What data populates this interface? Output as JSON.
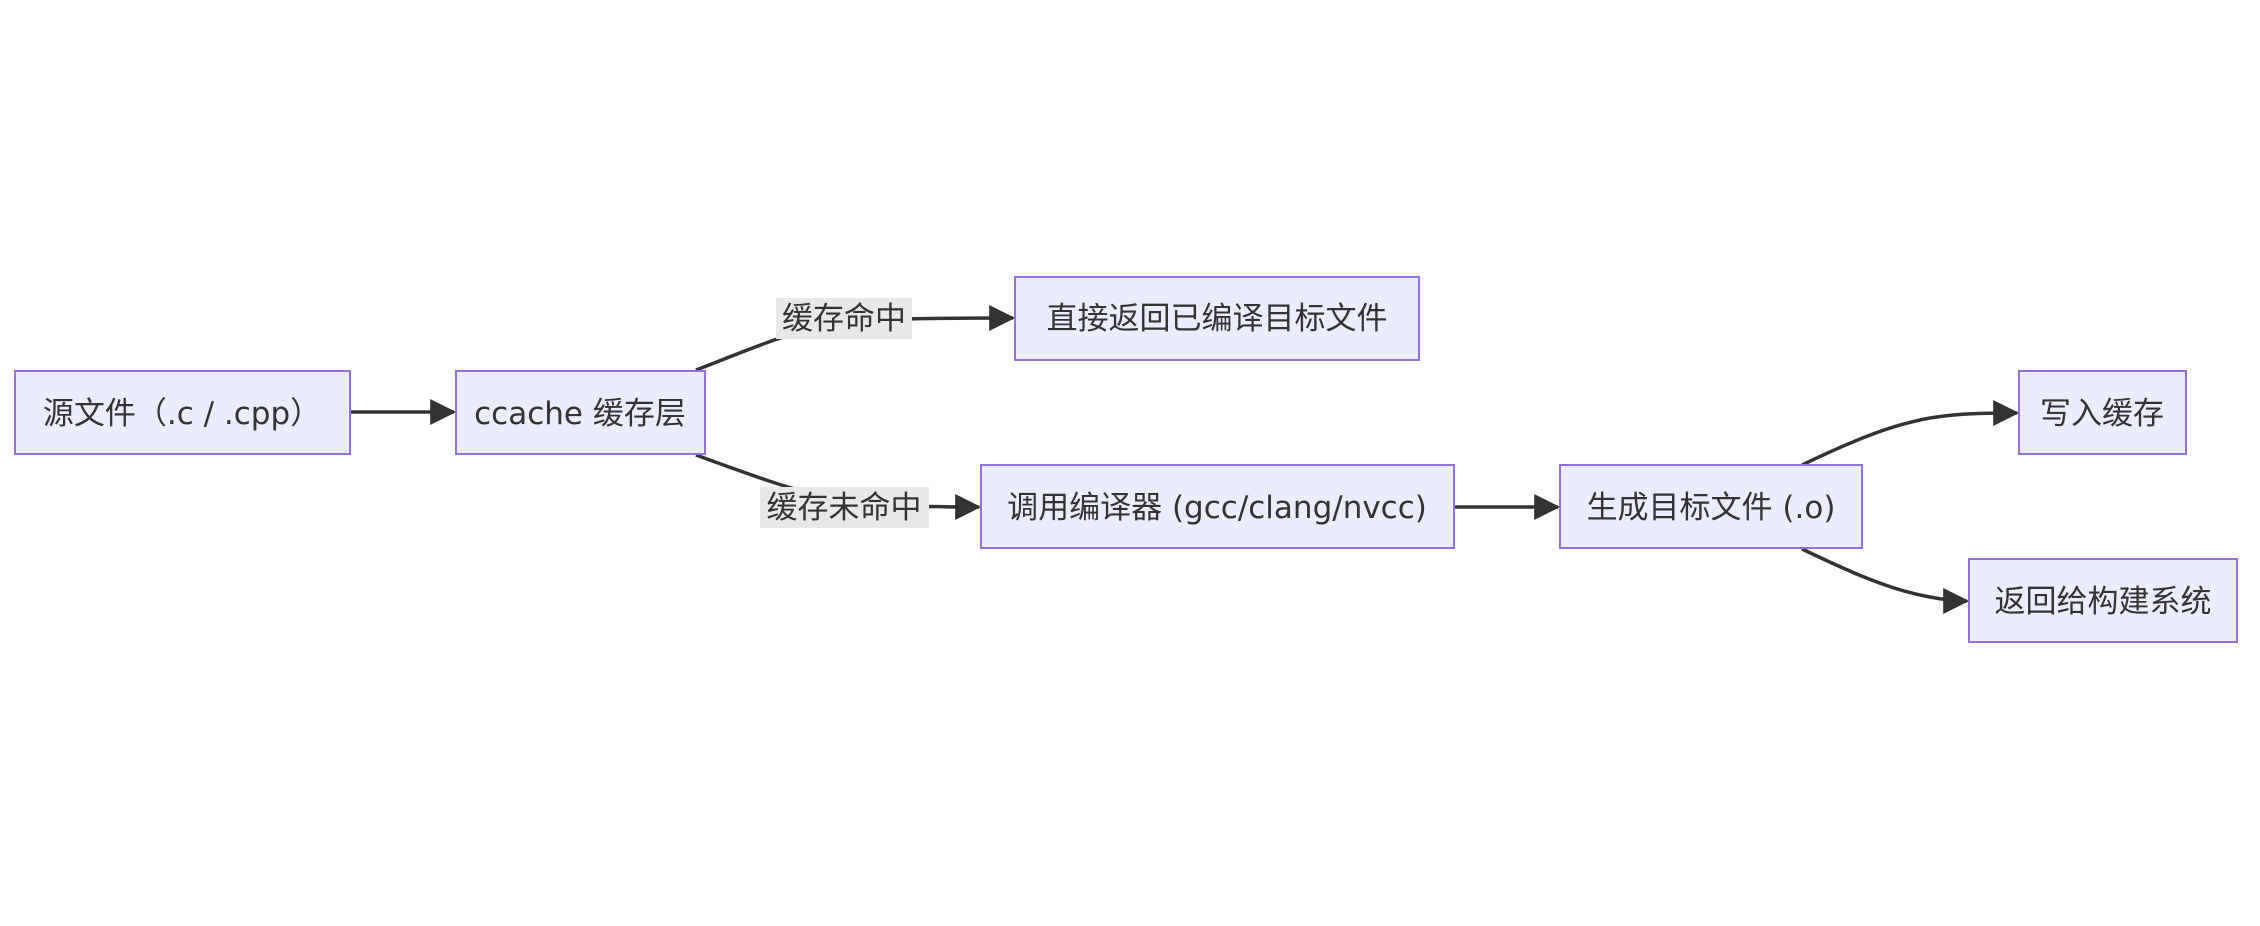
{
  "diagram": {
    "type": "flowchart",
    "direction": "left-to-right",
    "colors": {
      "node_fill": "#ECECFF",
      "node_stroke": "#9370DB",
      "edge": "#333333",
      "edge_label_bg": "#e8e8e8",
      "text": "#333333"
    },
    "nodes": {
      "source": "源文件（.c / .cpp）",
      "ccache": "ccache 缓存层",
      "direct_return": "直接返回已编译目标文件",
      "invoke_compiler": "调用编译器 (gcc/clang/nvcc)",
      "generate_object": "生成目标文件 (.o)",
      "write_cache": "写入缓存",
      "return_build": "返回给构建系统"
    },
    "edge_labels": {
      "hit": "缓存命中",
      "miss": "缓存未命中"
    },
    "edges": [
      {
        "from": "source",
        "to": "ccache",
        "label": ""
      },
      {
        "from": "ccache",
        "to": "direct_return",
        "label": "缓存命中"
      },
      {
        "from": "ccache",
        "to": "invoke_compiler",
        "label": "缓存未命中"
      },
      {
        "from": "invoke_compiler",
        "to": "generate_object",
        "label": ""
      },
      {
        "from": "generate_object",
        "to": "write_cache",
        "label": ""
      },
      {
        "from": "generate_object",
        "to": "return_build",
        "label": ""
      }
    ]
  }
}
